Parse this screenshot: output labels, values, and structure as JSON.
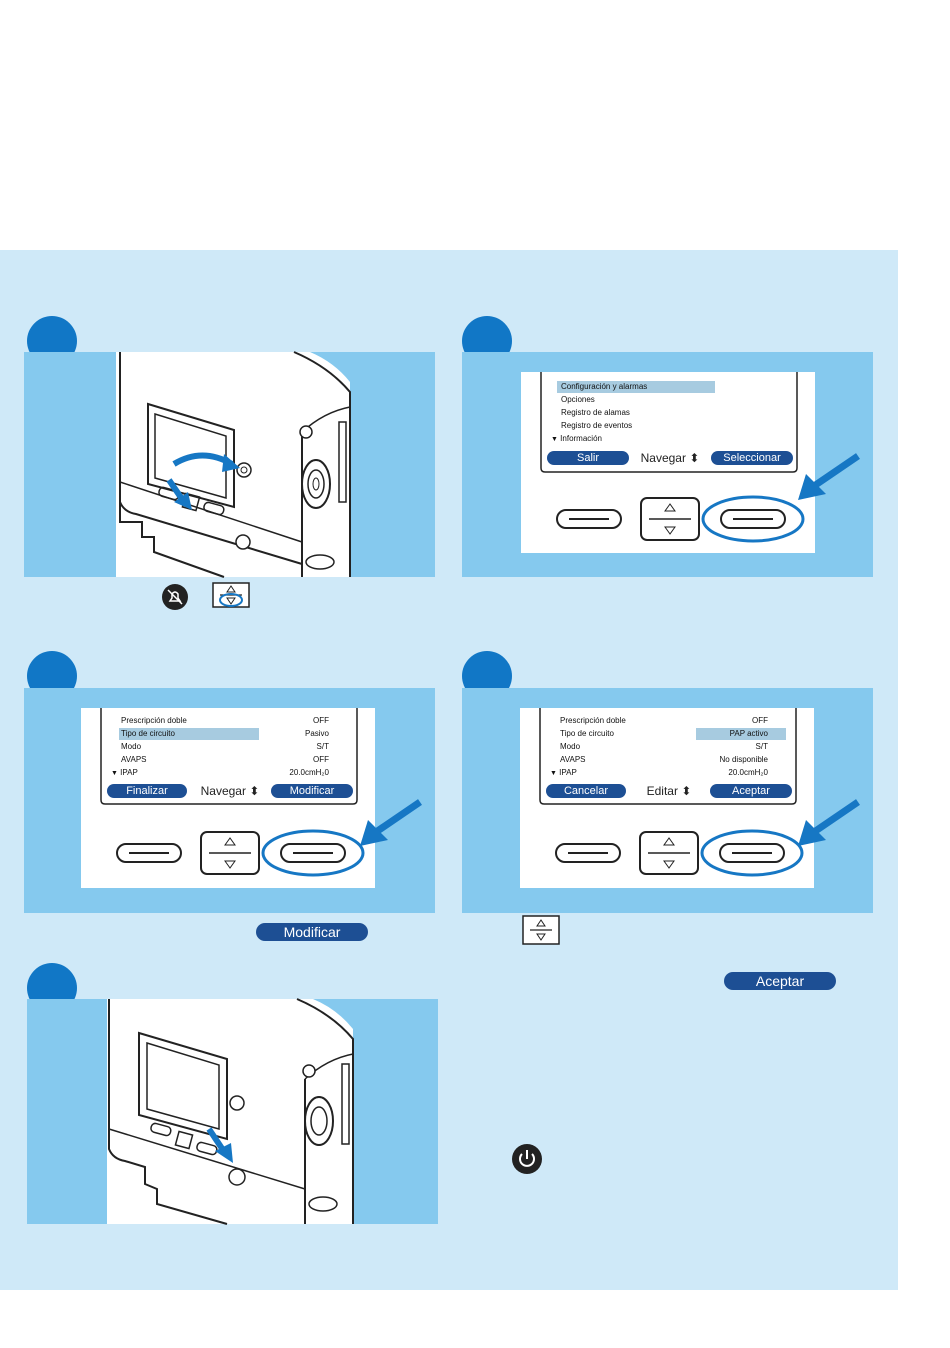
{
  "step2": {
    "menu": [
      "Configuración y alarmas",
      "Opciones",
      "Registro de alamas",
      "Registro de eventos",
      "Información"
    ],
    "soft": {
      "left": "Salir",
      "center": "Navegar",
      "right": "Seleccionar"
    }
  },
  "step3": {
    "rows": [
      {
        "label": "Prescripción doble",
        "value": "OFF"
      },
      {
        "label": "Tipo de circuito",
        "value": "Pasivo"
      },
      {
        "label": "Modo",
        "value": "S/T"
      },
      {
        "label": "AVAPS",
        "value": "OFF"
      },
      {
        "label": "IPAP",
        "value": "20.0cmH₂0"
      }
    ],
    "soft": {
      "left": "Finalizar",
      "center": "Navegar",
      "right": "Modificar"
    },
    "caption_button": "Modificar"
  },
  "step4": {
    "rows": [
      {
        "label": "Prescripción doble",
        "value": "OFF"
      },
      {
        "label": "Tipo de circuito",
        "value": "PAP activo"
      },
      {
        "label": "Modo",
        "value": "S/T"
      },
      {
        "label": "AVAPS",
        "value": "No disponible"
      },
      {
        "label": "IPAP",
        "value": "20.0cmH₂0"
      }
    ],
    "soft": {
      "left": "Cancelar",
      "center": "Editar",
      "right": "Aceptar"
    },
    "caption_button": "Aceptar"
  },
  "icons": [
    "alarm-silence-icon",
    "navigate-button-icon",
    "power-icon",
    "arrow-icon"
  ],
  "colors": {
    "background": "#cfe9f8",
    "panel": "#85c9ee",
    "badge": "#1177c6",
    "soft_button": "#1d4f94",
    "arrow": "#1677c4"
  }
}
